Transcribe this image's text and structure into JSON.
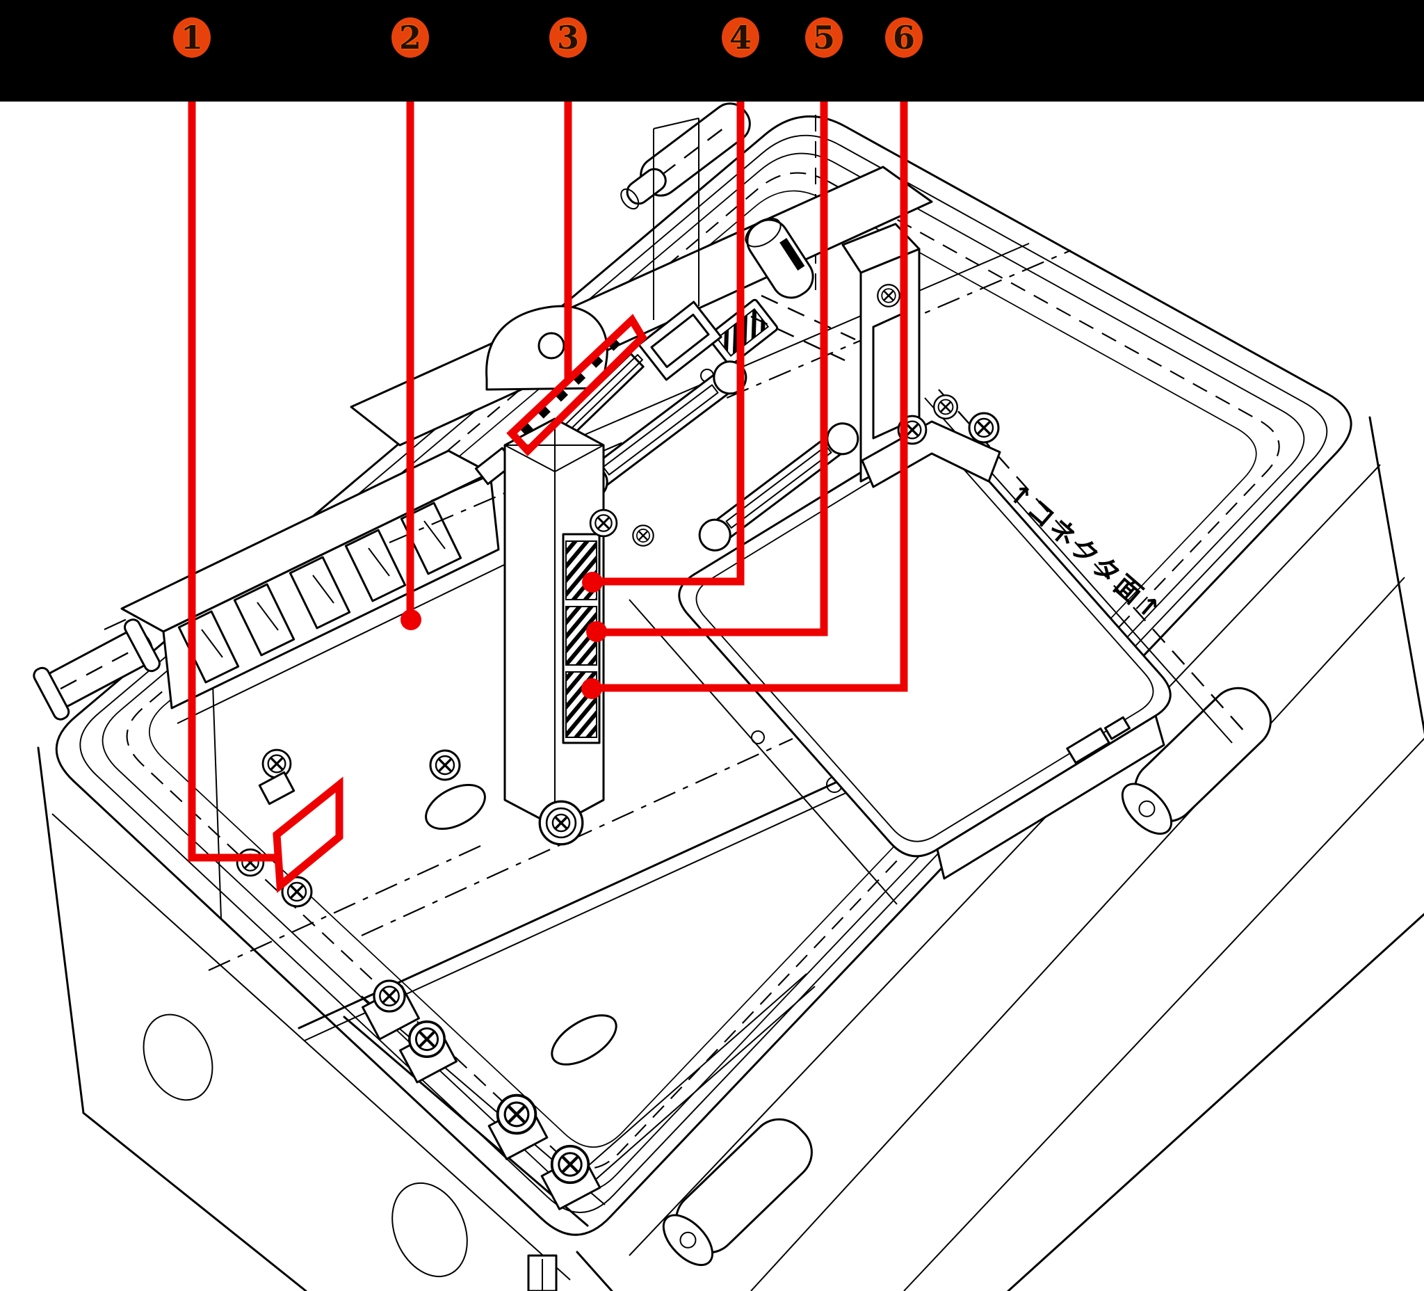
{
  "figure": {
    "type": "isometric-enclosure-line-drawing",
    "ssd_label": "↑コネクタ面↑"
  },
  "callouts": [
    {
      "label": "1"
    },
    {
      "label": "2"
    },
    {
      "label": "3"
    },
    {
      "label": "4"
    },
    {
      "label": "5"
    },
    {
      "label": "6"
    }
  ],
  "colors": {
    "background": "#ffffff",
    "top_bar": "#000000",
    "line_art": "#000000",
    "annotation_red": "#ee0000",
    "badge_fill": "#e8420c",
    "badge_text": "#231000"
  }
}
